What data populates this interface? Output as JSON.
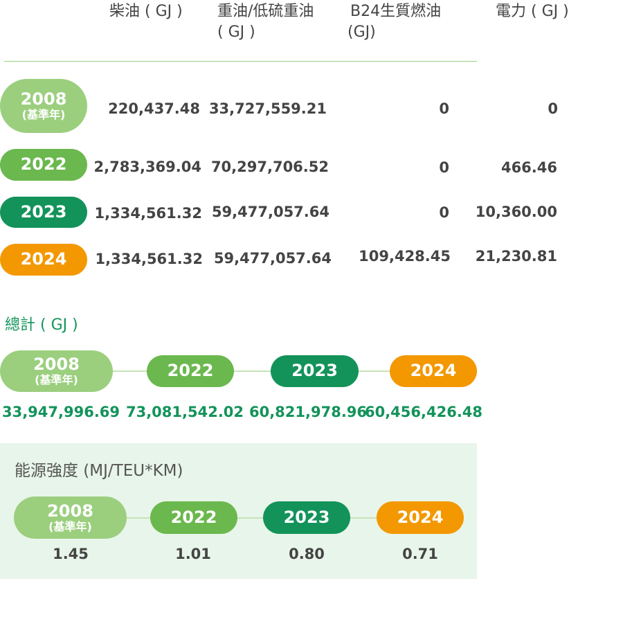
{
  "headers": {
    "diesel": "柴油 ( GJ )",
    "heavy_oil_line1": "重油/低硫重油",
    "heavy_oil_line2": "( GJ )",
    "b24_line1": "B24生質燃油",
    "b24_line2": "(GJ)",
    "electricity": "電力 ( GJ )"
  },
  "rows": [
    {
      "year": "2008",
      "sub": "(基準年)",
      "diesel": "220,437.48",
      "heavy_oil": "33,727,559.21",
      "b24": "0",
      "electricity": "0"
    },
    {
      "year": "2022",
      "sub": "",
      "diesel": "2,783,369.04",
      "heavy_oil": "70,297,706.52",
      "b24": "0",
      "electricity": "466.46"
    },
    {
      "year": "2023",
      "sub": "",
      "diesel": "1,334,561.32",
      "heavy_oil": "59,477,057.64",
      "b24": "0",
      "electricity": "10,360.00"
    },
    {
      "year": "2024",
      "sub": "",
      "diesel": "1,334,561.32",
      "heavy_oil": "59,477,057.64",
      "b24": "109,428.45",
      "electricity": "21,230.81"
    }
  ],
  "total": {
    "title": "總計 ( GJ )",
    "items": [
      {
        "year": "2008",
        "sub": "(基準年)",
        "value": "33,947,996.69"
      },
      {
        "year": "2022",
        "sub": "",
        "value": "73,081,542.02"
      },
      {
        "year": "2023",
        "sub": "",
        "value": "60,821,978.96"
      },
      {
        "year": "2024",
        "sub": "",
        "value": "60,456,426.48"
      }
    ]
  },
  "intensity": {
    "title": "能源強度 (MJ/TEU*KM)",
    "items": [
      {
        "year": "2008",
        "sub": "(基準年)",
        "value": "1.45"
      },
      {
        "year": "2022",
        "sub": "",
        "value": "1.01"
      },
      {
        "year": "2023",
        "sub": "",
        "value": "0.80"
      },
      {
        "year": "2024",
        "sub": "",
        "value": "0.71"
      }
    ]
  },
  "colors": {
    "year_2008": "#9bcf7e",
    "year_2022": "#6bb84e",
    "year_2023": "#13935a",
    "year_2024": "#f39800",
    "accent_green": "#13935a",
    "panel_background": "#e8f5ea"
  }
}
